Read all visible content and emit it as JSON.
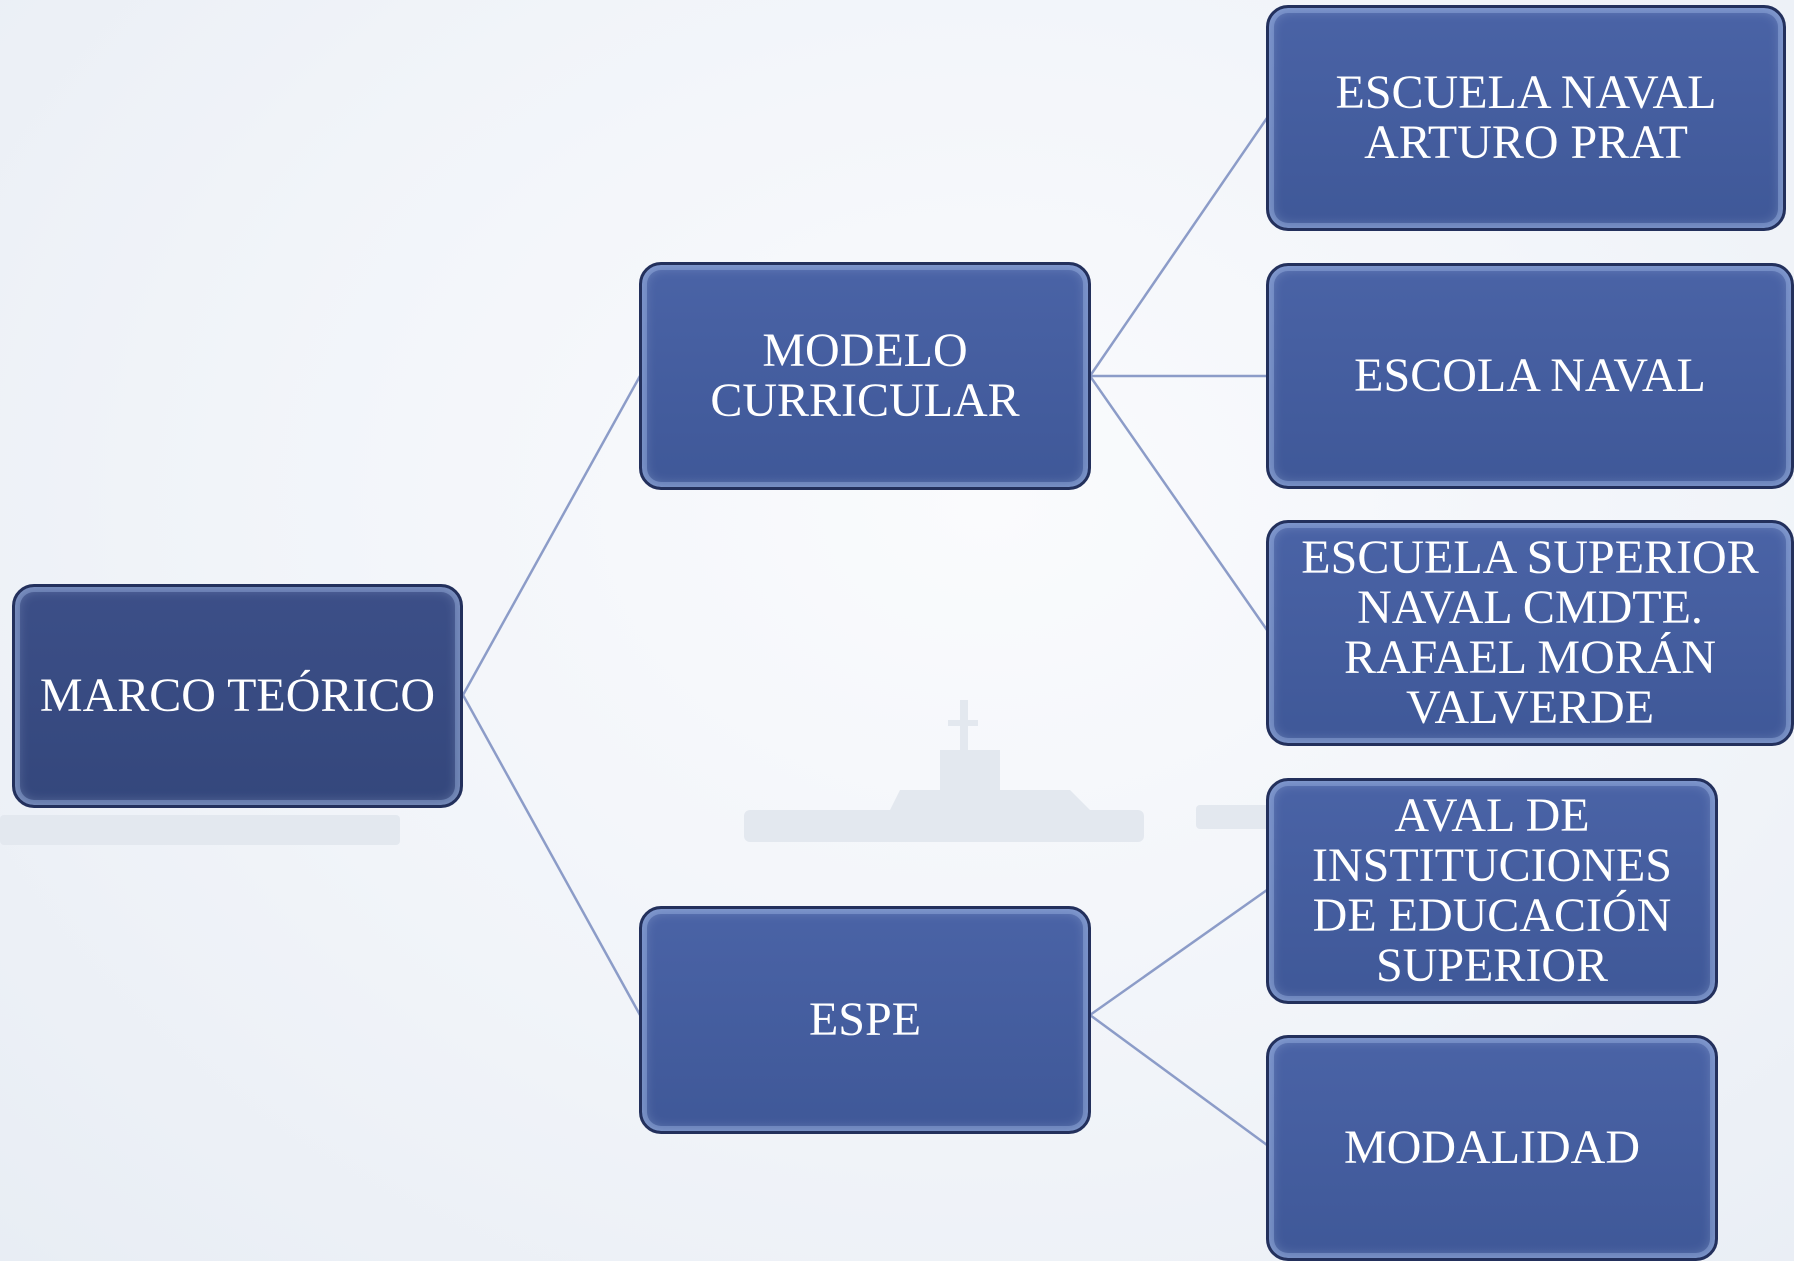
{
  "diagram": {
    "root": {
      "label": "MARCO TEÓRICO"
    },
    "branches": [
      {
        "label": "MODELO CURRICULAR",
        "children": [
          {
            "label": "ESCUELA NAVAL ARTURO PRAT"
          },
          {
            "label": "ESCOLA NAVAL"
          },
          {
            "label": "ESCUELA SUPERIOR NAVAL CMDTE. RAFAEL MORÁN VALVERDE"
          }
        ]
      },
      {
        "label": "ESPE",
        "children": [
          {
            "label": "AVAL DE INSTITUCIONES DE EDUCACIÓN SUPERIOR"
          },
          {
            "label": "MODALIDAD"
          }
        ]
      }
    ],
    "colors": {
      "node_fill": "#4a63a6",
      "node_border": "#23305c",
      "connector": "#8c9cc8",
      "text": "#ffffff"
    }
  }
}
